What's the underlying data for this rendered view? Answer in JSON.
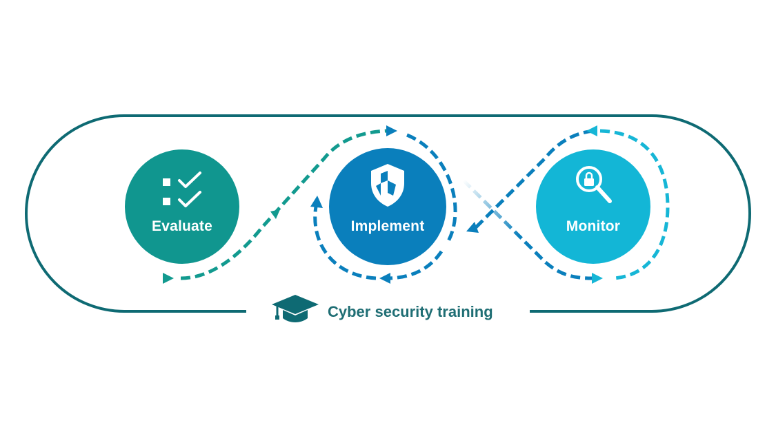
{
  "nodes": [
    {
      "id": "evaluate",
      "label": "Evaluate",
      "icon": "checklist-icon",
      "color": "#10968f"
    },
    {
      "id": "implement",
      "label": "Implement",
      "icon": "shield-icon",
      "color": "#0a7fbc"
    },
    {
      "id": "monitor",
      "label": "Monitor",
      "icon": "magnifier-lock-icon",
      "color": "#13b6d6"
    }
  ],
  "footer": {
    "label": "Cyber security training",
    "icon": "graduation-cap-icon"
  },
  "colors": {
    "frame": "#0e6a73",
    "teal": "#129a8f",
    "blue": "#0a7fbc",
    "cyan": "#16b6d6"
  }
}
